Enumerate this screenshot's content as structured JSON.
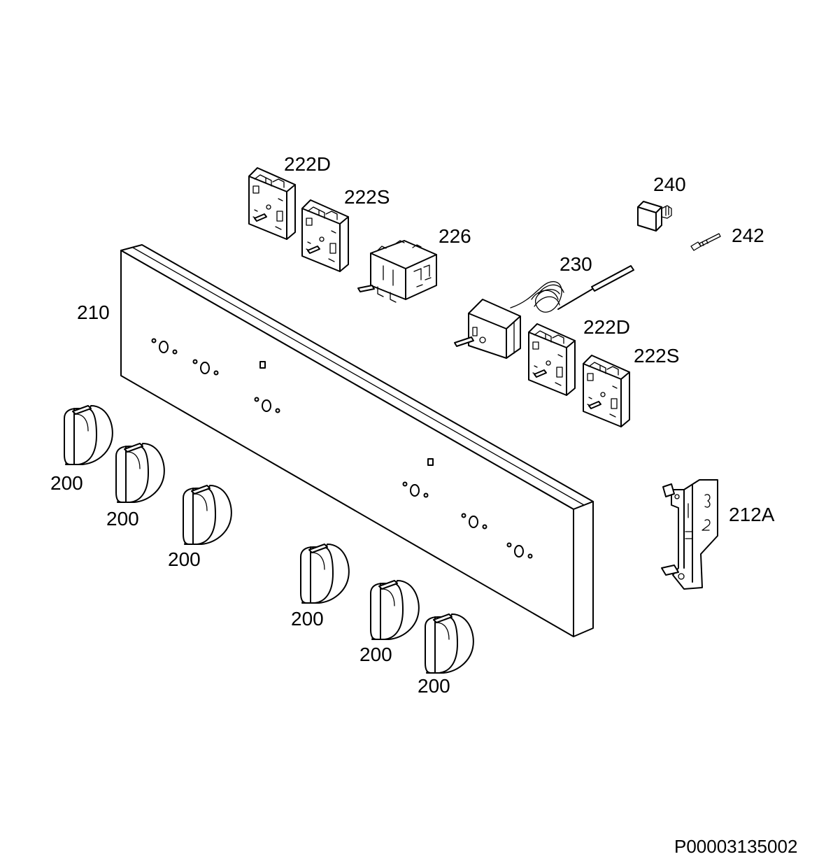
{
  "diagram": {
    "reference": "P00003135002",
    "labels": {
      "switch_222d_top": "222D",
      "switch_222s_top": "222S",
      "switch_226": "226",
      "indicator_240": "240",
      "part_242": "242",
      "thermostat_230": "230",
      "panel_210": "210",
      "switch_222d_right": "222D",
      "switch_222s_right": "222S",
      "bracket_212a": "212A",
      "knob_1": "200",
      "knob_2": "200",
      "knob_3": "200",
      "knob_4": "200",
      "knob_5": "200",
      "knob_6": "200"
    }
  }
}
